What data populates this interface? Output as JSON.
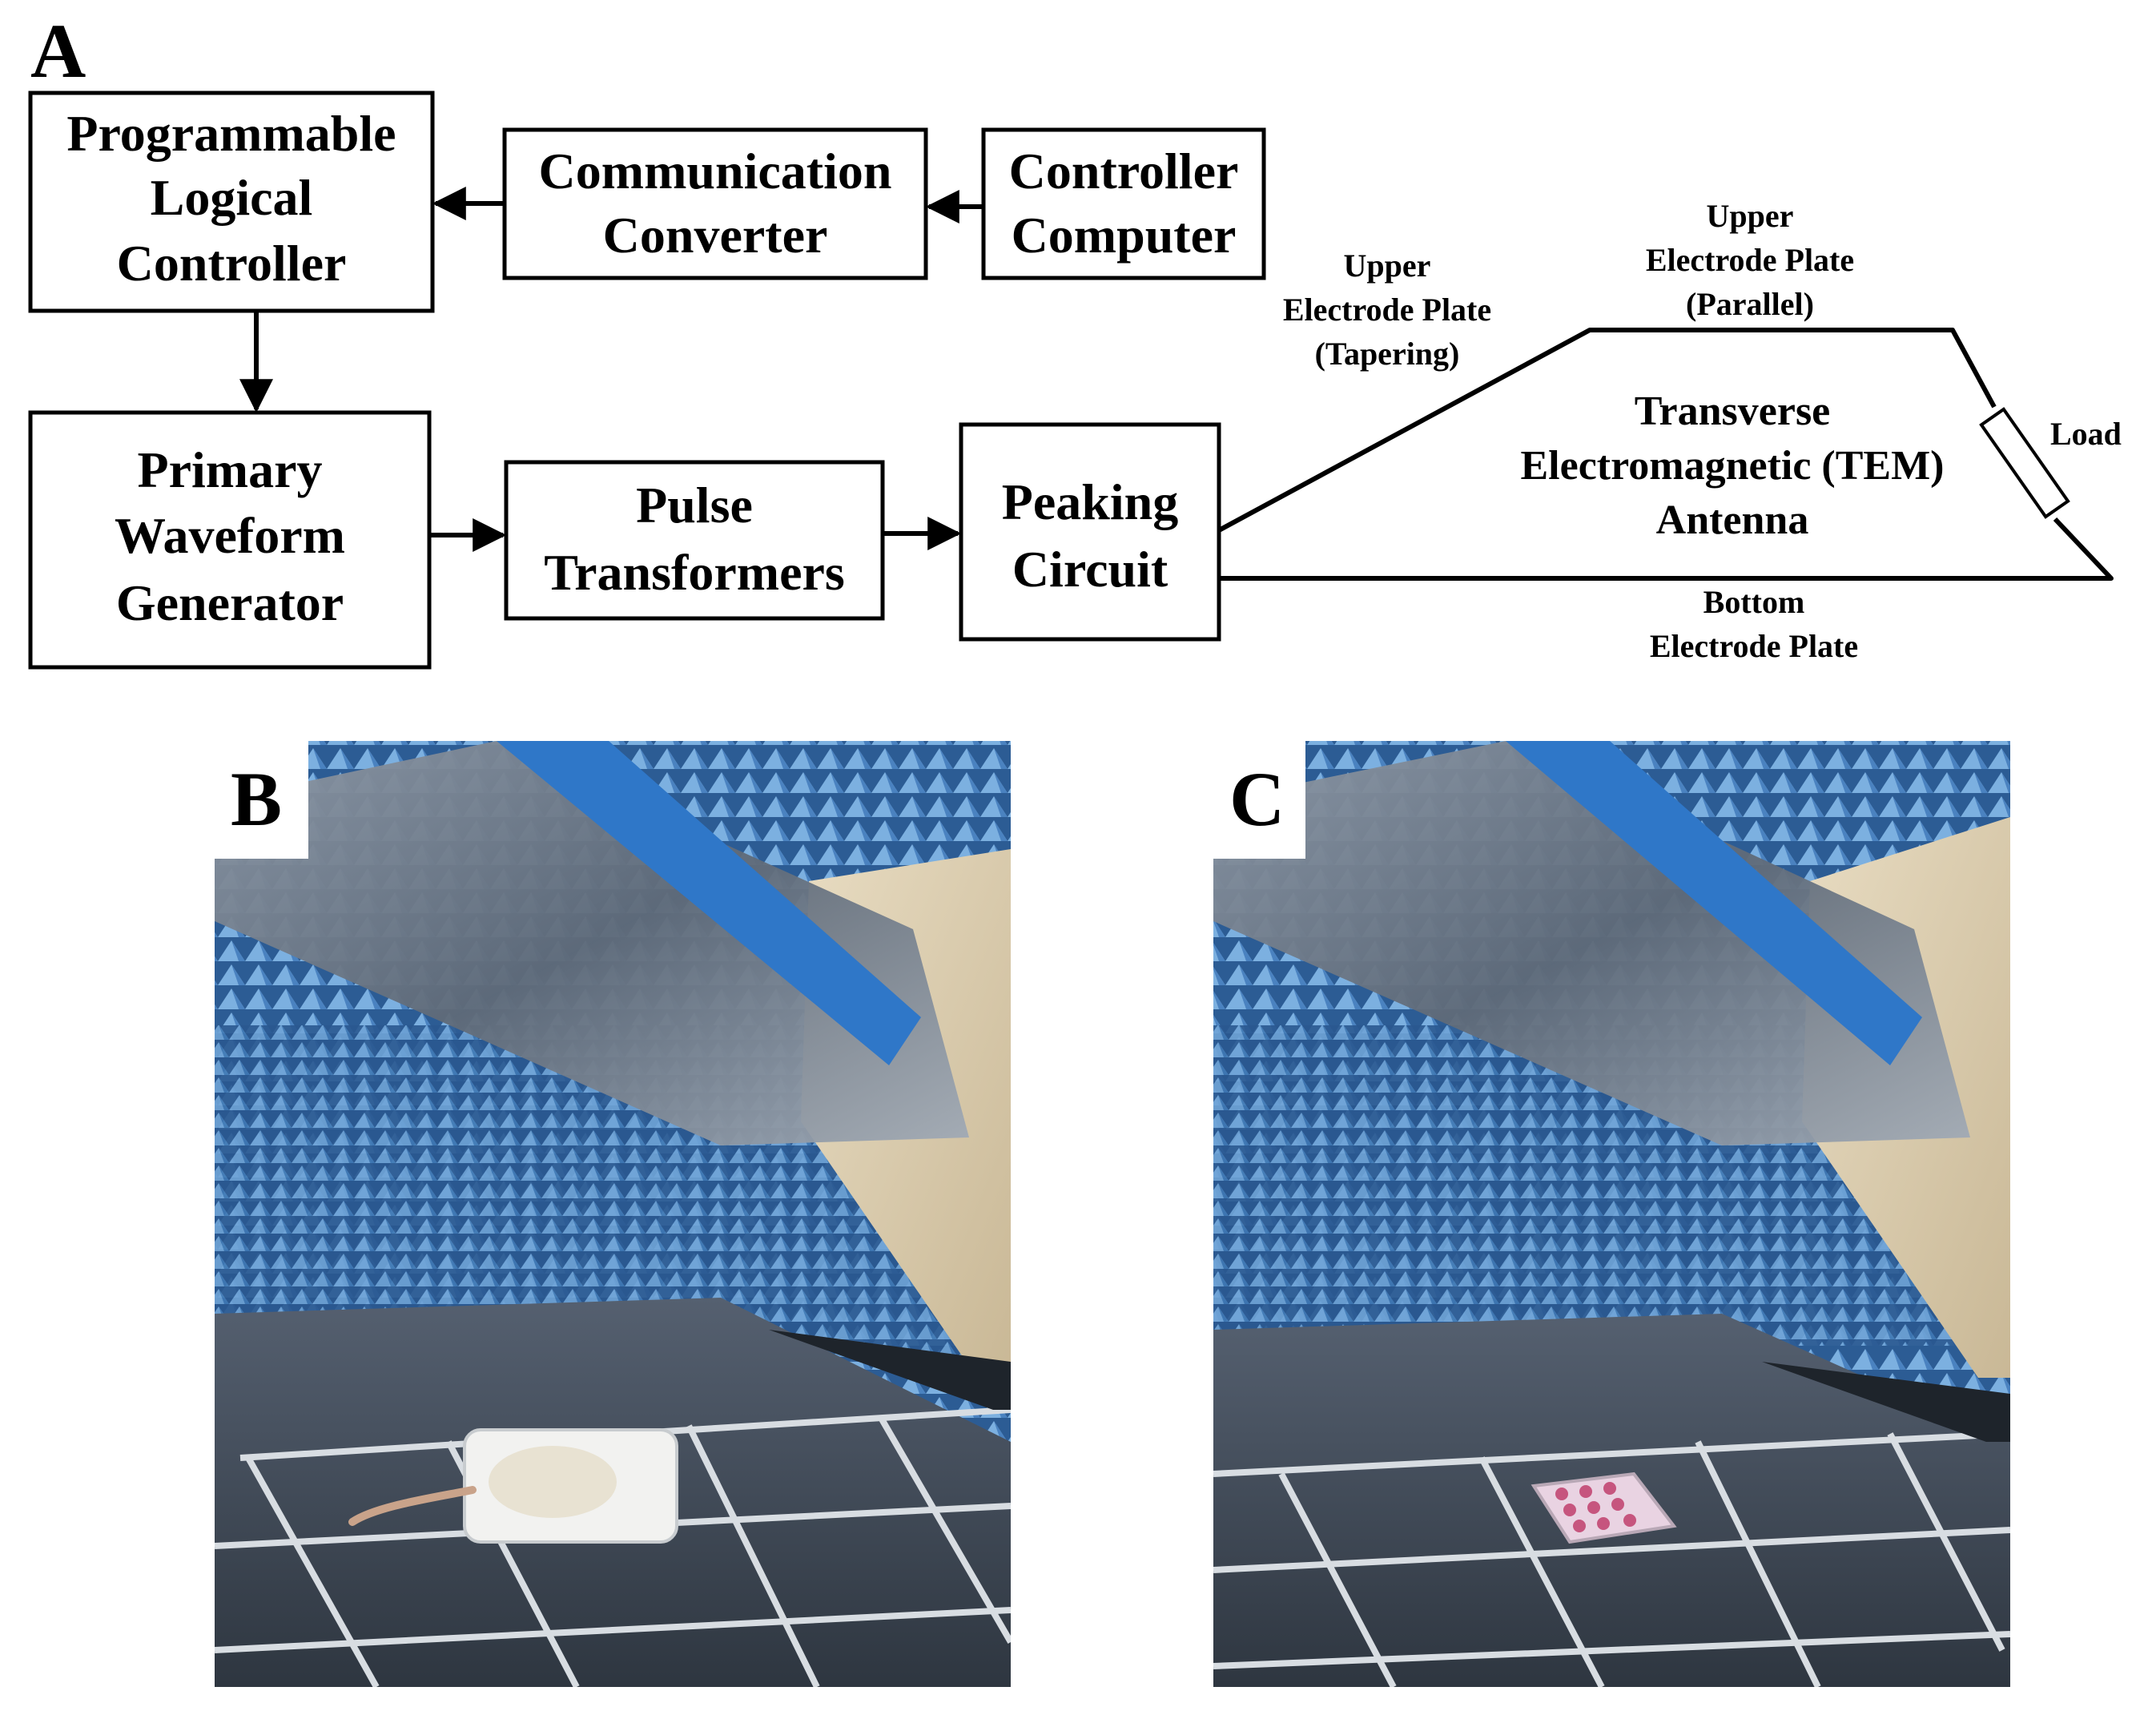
{
  "panels": {
    "a": "A",
    "b": "B",
    "c": "C"
  },
  "blocks": {
    "plc": [
      "Programmable",
      "Logical",
      "Controller"
    ],
    "comm": [
      "Communication",
      "Converter"
    ],
    "computer": [
      "Controller",
      "Computer"
    ],
    "pwg": [
      "Primary",
      "Waveform",
      "Generator"
    ],
    "pulse": [
      "Pulse",
      "Transformers"
    ],
    "peaking": [
      "Peaking",
      "Circuit"
    ]
  },
  "antenna": {
    "title": [
      "Transverse",
      "Electromagnetic (TEM)",
      "Antenna"
    ],
    "upper_tapering": [
      "Upper",
      "Electrode Plate",
      "(Tapering)"
    ],
    "upper_parallel": [
      "Upper",
      "Electrode Plate",
      "(Parallel)"
    ],
    "bottom": [
      "Bottom",
      "Electrode Plate"
    ],
    "load": "Load"
  },
  "photos": {
    "b": {
      "description_icon": "rat-restrainer-photo",
      "wall": "#3a6ea8",
      "floor": "#3c4654"
    },
    "c": {
      "description_icon": "culture-plate-photo",
      "wall": "#3a6ea8",
      "floor": "#3c4654"
    }
  }
}
